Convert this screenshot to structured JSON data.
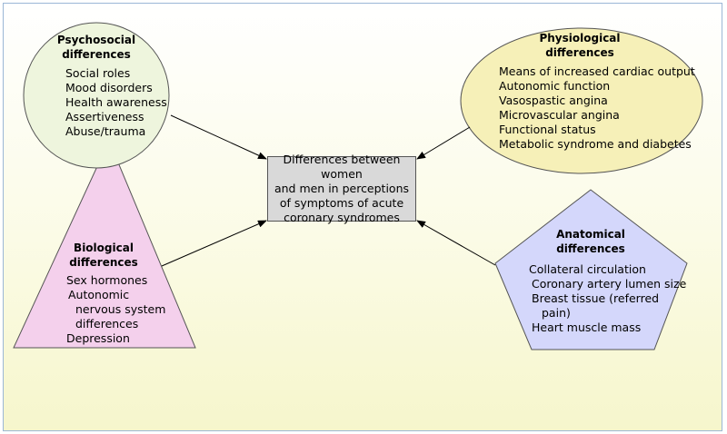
{
  "center": {
    "lines": [
      "Differences between women",
      "and men in perceptions",
      "of symptoms of acute",
      "coronary syndromes"
    ]
  },
  "psychosocial": {
    "title": [
      "Psychosocial",
      "differences"
    ],
    "items": [
      "Social roles",
      "Mood disorders",
      "Health awareness",
      "Assertiveness",
      "Abuse/trauma"
    ]
  },
  "physiological": {
    "title": [
      "Physiological",
      "differences"
    ],
    "items": [
      "Means of increased cardiac output",
      "Autonomic function",
      "Vasospastic angina",
      "Microvascular angina",
      "Functional status",
      "Metabolic syndrome and diabetes"
    ]
  },
  "biological": {
    "title": [
      "Biological",
      "differences"
    ],
    "items": [
      "Sex hormones",
      "Autonomic",
      "nervous system",
      "differences",
      "Depression"
    ]
  },
  "anatomical": {
    "title": [
      "Anatomical",
      "differences"
    ],
    "items": [
      "Collateral circulation",
      "Coronary artery lumen size",
      "Breast tissue (referred",
      "pain)",
      "Heart muscle mass"
    ]
  },
  "colors": {
    "circle_fill": "#eef5dd",
    "ellipse_fill": "#f6f0b8",
    "triangle_fill": "#f4d0ec",
    "pentagon_fill": "#d4d7fb",
    "center_fill": "#d9d9d9"
  }
}
